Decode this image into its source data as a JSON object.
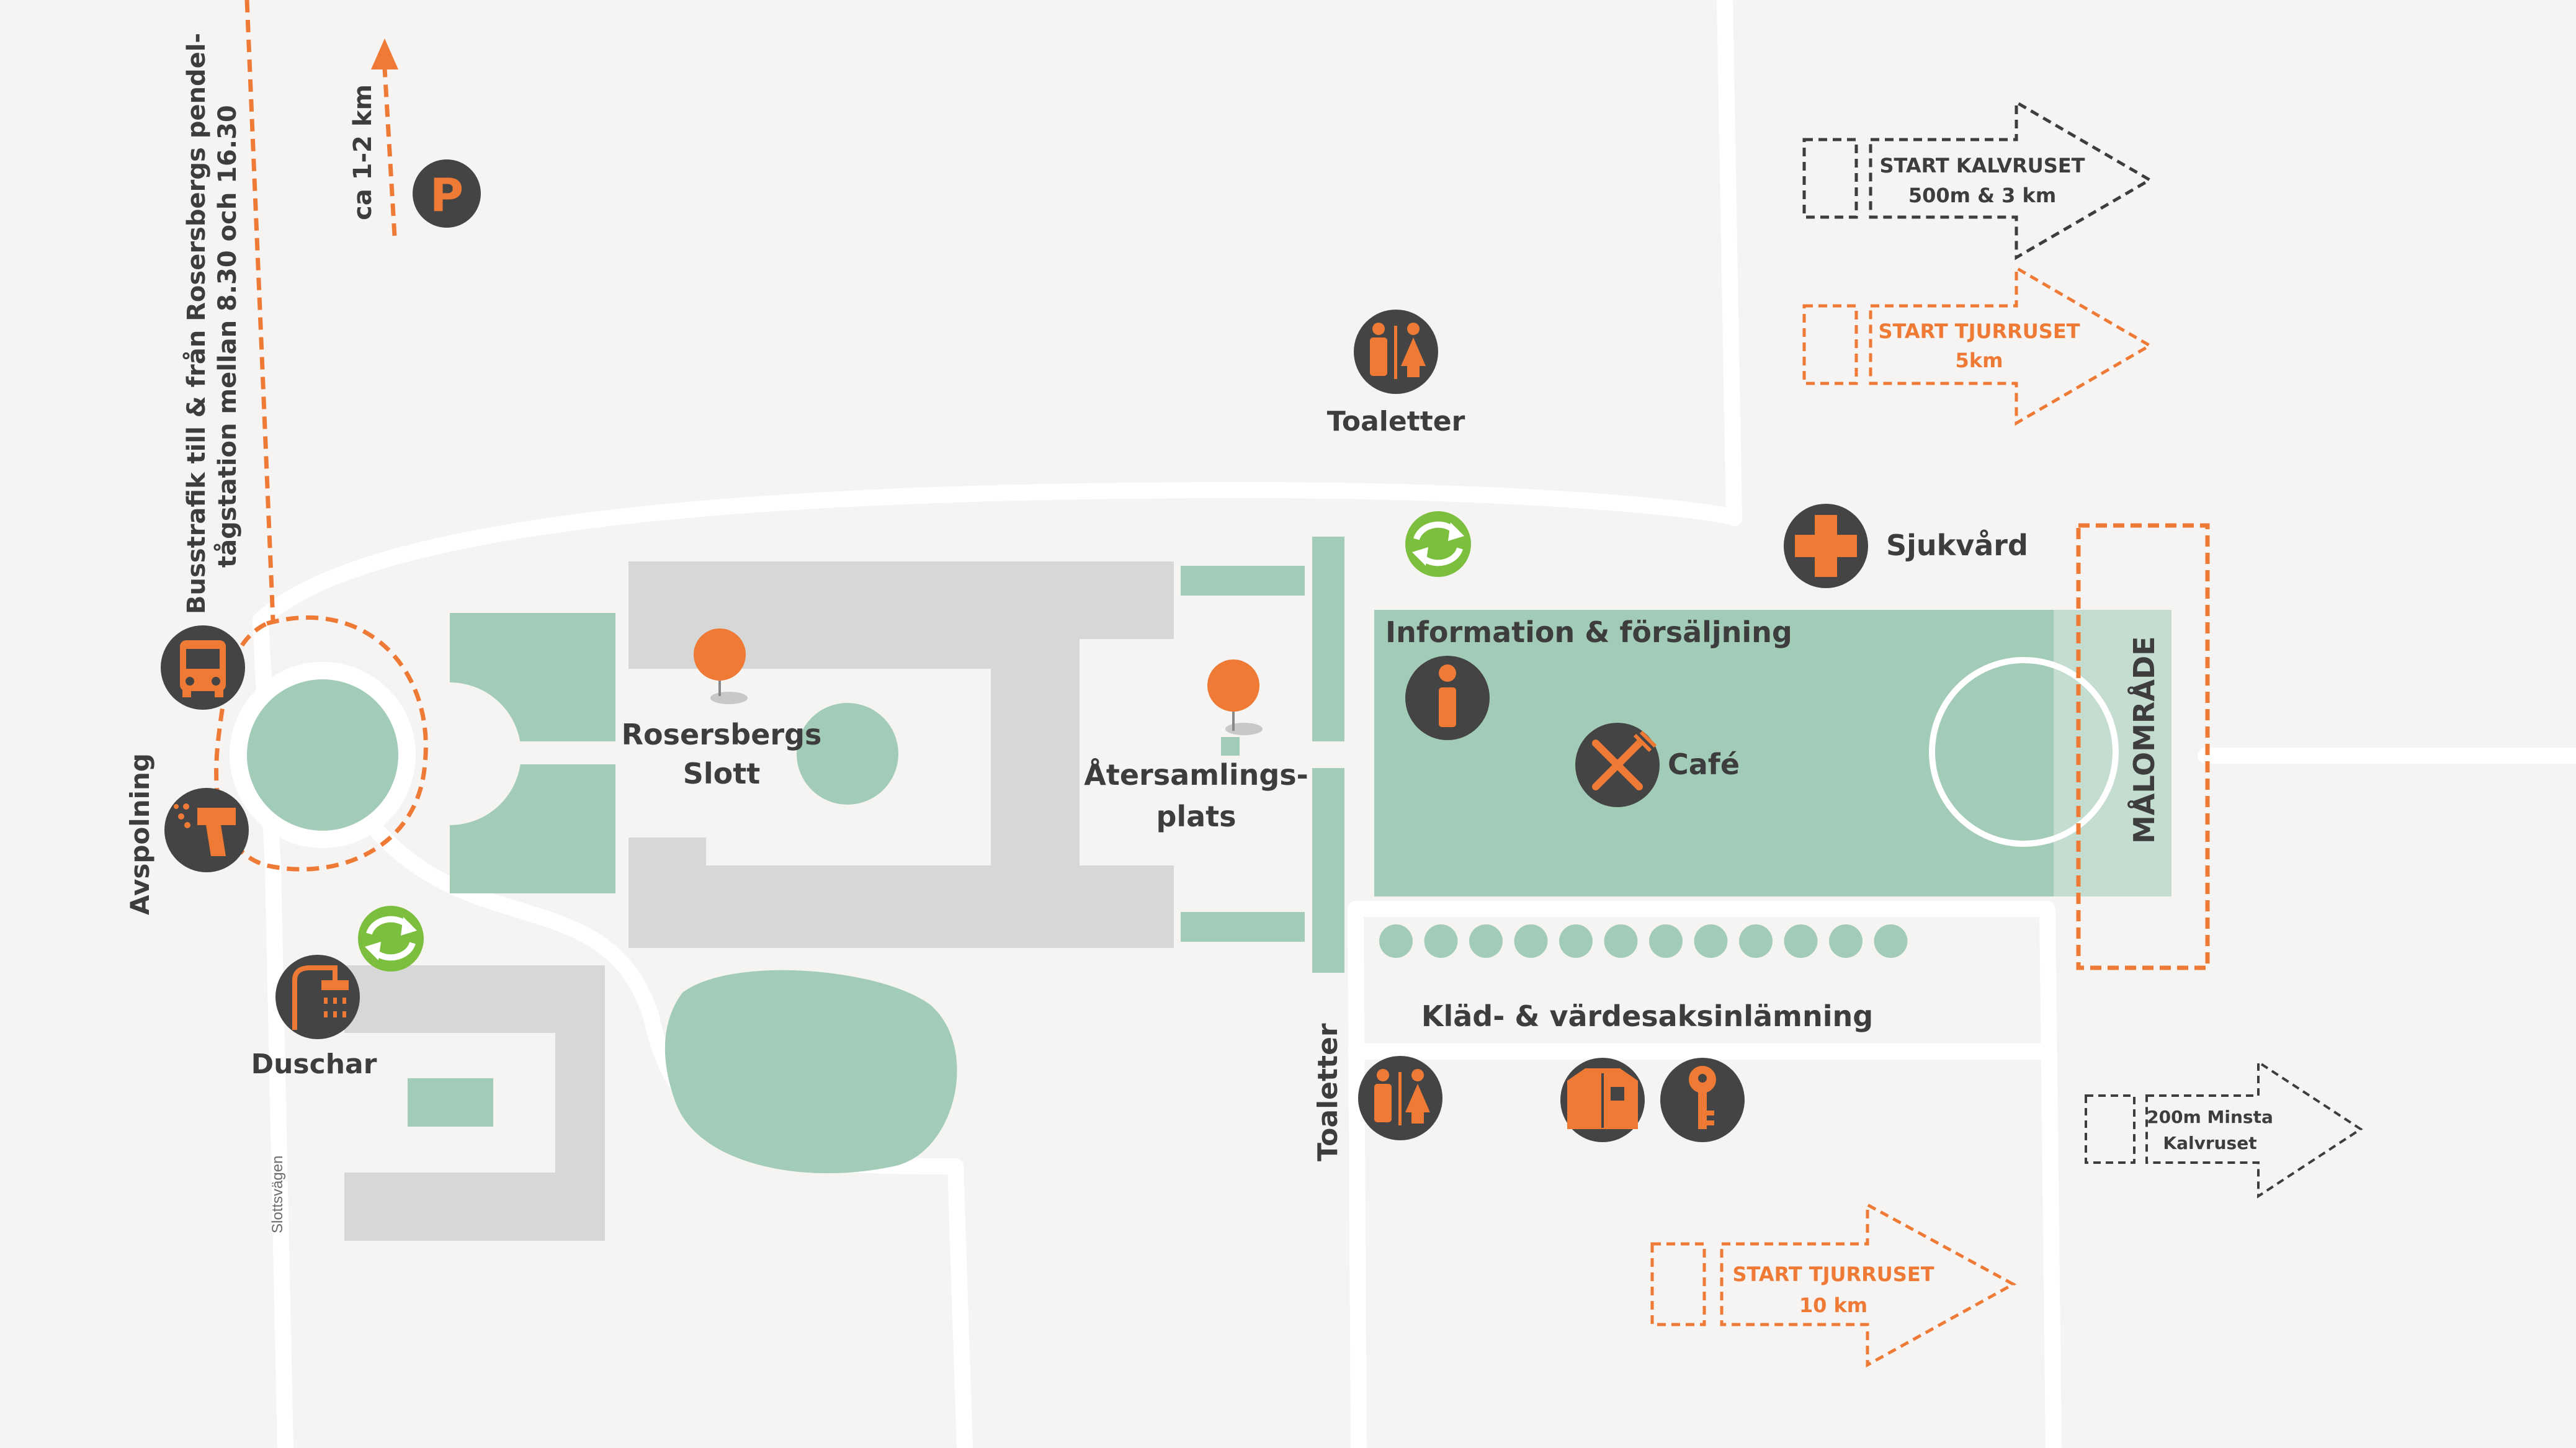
{
  "colors": {
    "background": "#f5f4f2",
    "road": "#ffffff",
    "green_area": "#a2ccb8",
    "building": "#d7d7d7",
    "orange": "#ee7a35",
    "icon_dark": "#444444",
    "recycle_green": "#7cbf3f",
    "label": "#3d3d3d"
  },
  "directions": {
    "parking_distance": "ca 1-2 km",
    "bus_info_line1": "Busstrafik till & från Rosersbergs pendel-",
    "bus_info_line2": "tågstation mellan 8.30 och 16.30",
    "parking_letter": "P"
  },
  "labels": {
    "avspolning": "Avspolning",
    "duschar": "Duschar",
    "slottsvagen": "Slottsvägen",
    "slott_line1": "Rosersbergs",
    "slott_line2": "Slott",
    "atersamling_line1": "Återsamlings-",
    "atersamling_line2": "plats",
    "toaletter_top": "Toaletter",
    "toaletter_side": "Toaletter",
    "sjukvard": "Sjukvård",
    "information": "Information & försäljning",
    "cafe": "Café",
    "klad": "Kläd- & värdesaksinlämning",
    "malomrade": "MÅLOMRÅDE"
  },
  "starts": {
    "kalvruset_line1": "START KALVRUSET",
    "kalvruset_line2": "500m & 3 km",
    "tjurruset5_line1": "START TJURRUSET",
    "tjurruset5_line2": "5km",
    "tjurruset10_line1": "START TJURRUSET",
    "tjurruset10_line2": "10 km",
    "minsta_line1": "200m Minsta",
    "minsta_line2": "Kalvruset"
  },
  "icons": {
    "parking": "parking-icon",
    "bus": "bus-icon",
    "spray": "spray-gun-icon",
    "shower": "shower-icon",
    "recycle": "recycle-icon",
    "toilet": "toilet-icon",
    "first_aid": "first-aid-icon",
    "info": "info-icon",
    "cafe": "cutlery-icon",
    "jacket": "jacket-icon",
    "key": "key-icon",
    "pin": "map-pin-icon"
  }
}
